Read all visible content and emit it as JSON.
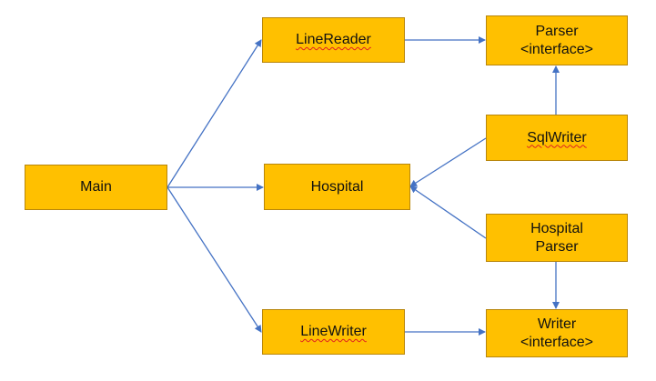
{
  "diagram": {
    "nodes": {
      "main": {
        "label": "Main"
      },
      "line_reader": {
        "label": "LineReader"
      },
      "hospital": {
        "label": "Hospital"
      },
      "line_writer": {
        "label": "LineWriter"
      },
      "parser_interface": {
        "line1": "Parser",
        "line2": "<interface>"
      },
      "sql_writer": {
        "label": "SqlWriter"
      },
      "hospital_parser": {
        "line1": "Hospital",
        "line2": "Parser"
      },
      "writer_interface": {
        "line1": "Writer",
        "line2": "<interface>"
      }
    },
    "edges": [
      {
        "from": "Main",
        "to": "LineReader"
      },
      {
        "from": "Main",
        "to": "Hospital"
      },
      {
        "from": "Main",
        "to": "LineWriter"
      },
      {
        "from": "LineReader",
        "to": "Parser <interface>"
      },
      {
        "from": "SqlWriter",
        "to": "Parser <interface>"
      },
      {
        "from": "SqlWriter",
        "to": "Hospital"
      },
      {
        "from": "Hospital Parser",
        "to": "Hospital"
      },
      {
        "from": "Hospital Parser",
        "to": "Writer <interface>"
      },
      {
        "from": "LineWriter",
        "to": "Writer <interface>"
      }
    ],
    "colors": {
      "node_fill": "#ffc000",
      "node_border": "#b8860b",
      "edge": "#4472c4",
      "spellcheck_underline": "#e02020"
    }
  }
}
